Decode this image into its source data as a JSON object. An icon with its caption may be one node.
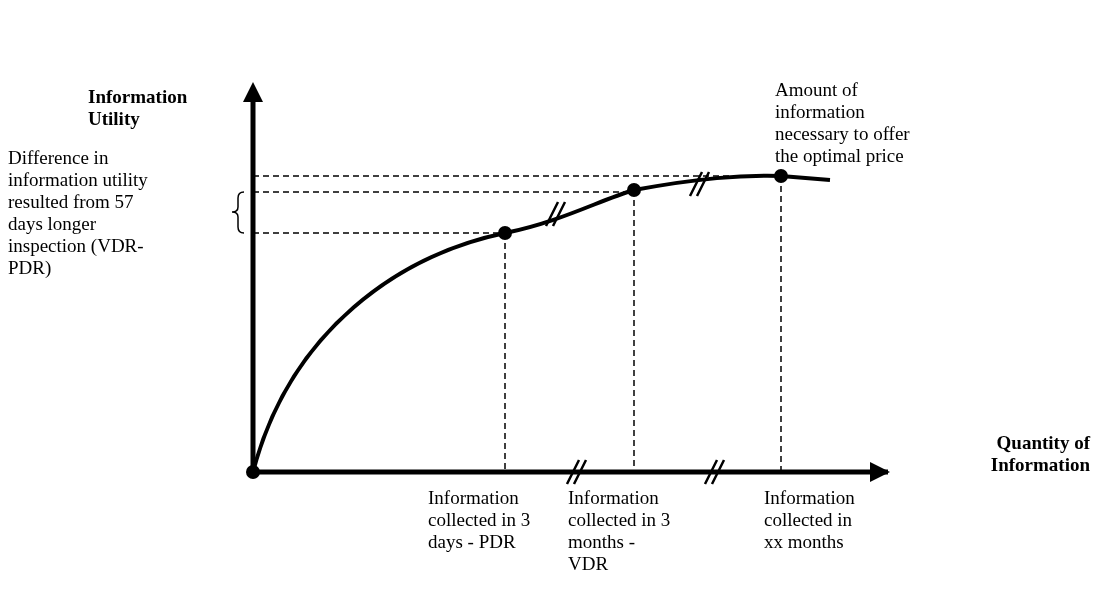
{
  "diagram": {
    "labels": [
      "Information Utility",
      "Difference in information utility resulted from 57 days longer inspection (VDR-PDR)",
      "Amount of information necessary to offer the optimal price",
      "Quantity of Information",
      "Information collected in 3 days - PDR",
      "Information collected in 3 months - VDR",
      "Information collected in xx months"
    ]
  }
}
